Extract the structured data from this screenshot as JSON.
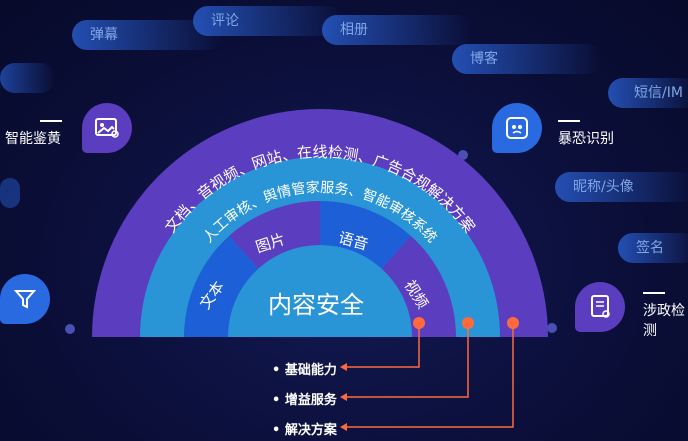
{
  "pills": {
    "danmu": "弹幕",
    "pinglun": "评论",
    "xiangce": "相册",
    "boke": "博客",
    "duanxin": "短信/IM",
    "nicheng": "昵称/头像",
    "qianming": "签名"
  },
  "side_labels": {
    "porn": "智能鉴黄",
    "terror": "暴恐识别",
    "politics": "涉政检测"
  },
  "arc": {
    "outer_text": "文档、音视频、网站、在线检测、广告合规解决方案",
    "middle_text": "人工审核、舆情管家服务、智能审核系统",
    "sector_wenben": "文本",
    "sector_tupian": "图片",
    "sector_yuyin": "语音",
    "sector_shipin": "视频",
    "center_title": "内容安全"
  },
  "bullets": {
    "basic": "基础能力",
    "value_added": "增益服务",
    "solution": "解决方案"
  },
  "colors": {
    "outer_ring": "#5b3dbf",
    "middle_ring": "#2a95d6",
    "inner_blue": "#1d5fd6",
    "inner_purple": "#5b3dbf",
    "center": "#2a95d6",
    "accent_orange": "#ff6a3d"
  }
}
